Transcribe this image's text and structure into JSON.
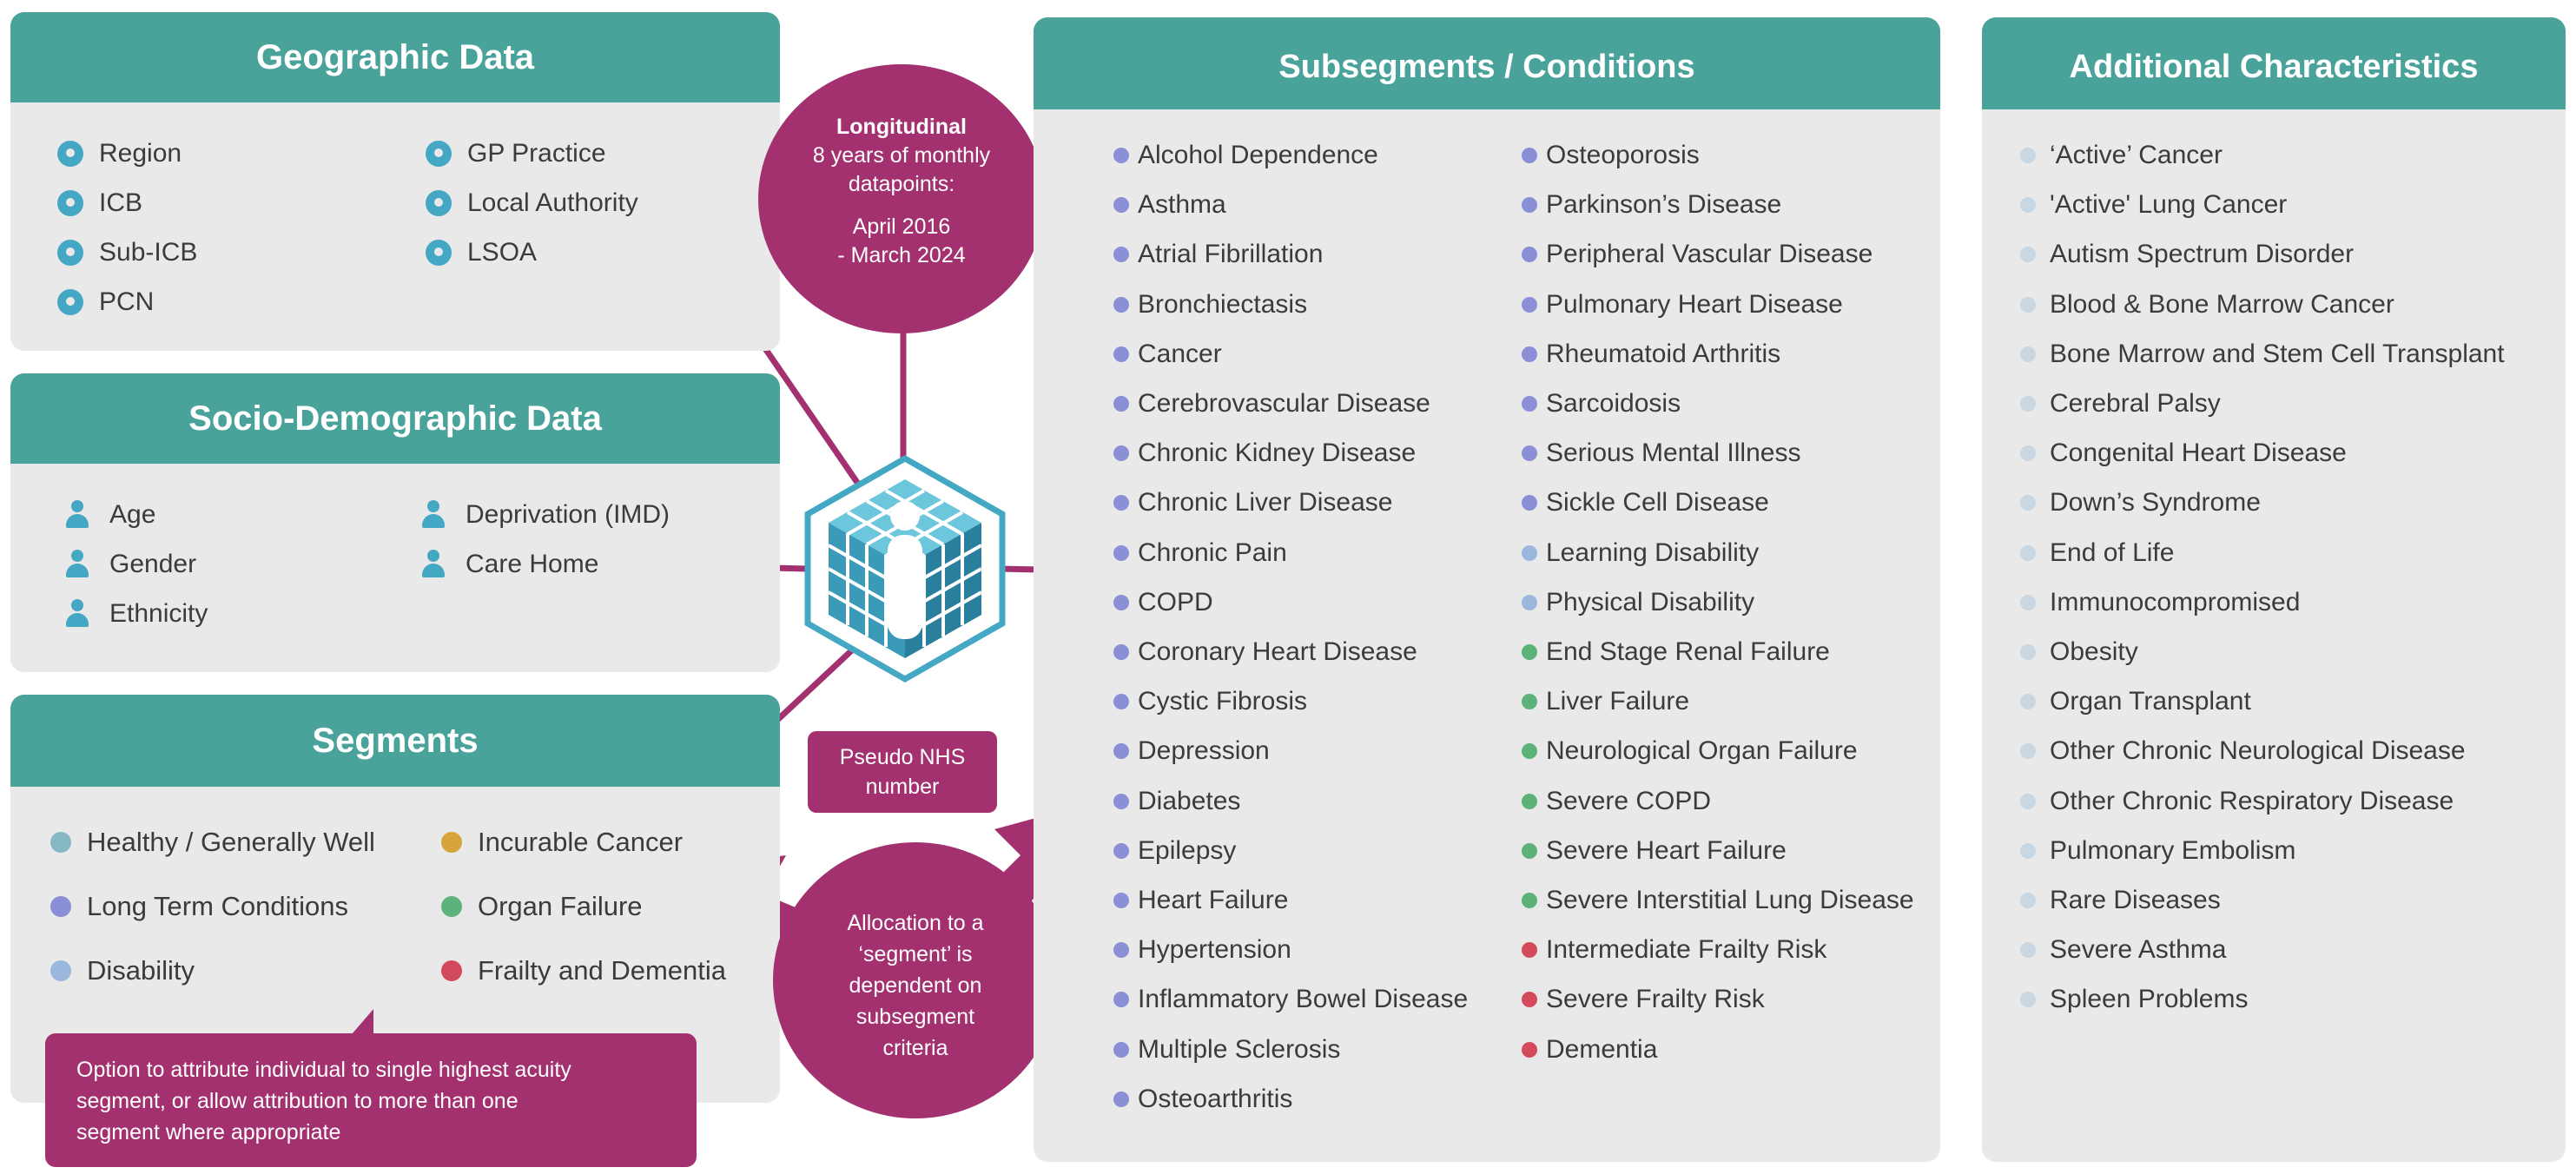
{
  "colors": {
    "teal_header": "#4aa39a",
    "panel_bg": "#e9e9ea",
    "magenta": "#a3306f",
    "icon_blue": "#44a8c4",
    "condition_purple": "#8a8fd6",
    "condition_lightblue": "#9bb7de",
    "condition_green": "#5db27a",
    "condition_red": "#d24a5c",
    "additional_dot": "#c9d7e3",
    "seg_healthy": "#86b8c4",
    "seg_incurable": "#d6a43a",
    "seg_ltc": "#8a8fd6",
    "seg_organ": "#5db27a",
    "seg_disability": "#9bb7de",
    "seg_frailty": "#d24a5c"
  },
  "geographic": {
    "title": "Geographic Data",
    "items": [
      "Region",
      "ICB",
      "Sub-ICB",
      "PCN",
      "GP Practice",
      "Local Authority",
      "LSOA"
    ],
    "icon": "location-pin-icon"
  },
  "socio": {
    "title": "Socio-Demographic Data",
    "items": [
      "Age",
      "Gender",
      "Ethnicity",
      "Deprivation (IMD)",
      "Care Home"
    ],
    "icon": "person-icon"
  },
  "segments": {
    "title": "Segments",
    "items": [
      "Healthy / Generally Well",
      "Long Term Conditions",
      "Disability",
      "Incurable Cancer",
      "Organ Failure",
      "Frailty and Dementia"
    ]
  },
  "longitudinal": {
    "title": "Longitudinal",
    "line1": "8 years of monthly",
    "line2": "datapoints:",
    "line3": "April 2016",
    "line4": "- March 2024"
  },
  "pseudo": {
    "line1": "Pseudo NHS",
    "line2": "number"
  },
  "allocation": {
    "line1": "Allocation to a",
    "line2": "‘segment’ is",
    "line3": "dependent on",
    "line4": "subsegment",
    "line5": "criteria"
  },
  "callout": {
    "line1": "Option to attribute individual to single highest acuity",
    "line2": "segment, or allow attribution to more than one",
    "line3": "segment where appropriate"
  },
  "conditions": {
    "title": "Subsegments / Conditions",
    "col1": [
      "Alcohol Dependence",
      "Asthma",
      "Atrial Fibrillation",
      "Bronchiectasis",
      "Cancer",
      "Cerebrovascular Disease",
      "Chronic Kidney Disease",
      "Chronic Liver Disease",
      "Chronic Pain",
      "COPD",
      "Coronary Heart Disease",
      "Cystic Fibrosis",
      "Depression",
      "Diabetes",
      "Epilepsy",
      "Heart Failure",
      "Hypertension",
      "Inflammatory Bowel Disease",
      "Multiple Sclerosis",
      "Osteoarthritis"
    ],
    "col2": [
      "Osteoporosis",
      "Parkinson’s Disease",
      "Peripheral Vascular Disease",
      "Pulmonary Heart Disease",
      "Rheumatoid Arthritis",
      "Sarcoidosis",
      "Serious Mental Illness",
      "Sickle Cell Disease",
      "Learning Disability",
      "Physical Disability",
      "End Stage Renal Failure",
      "Liver Failure",
      "Neurological Organ Failure",
      "Severe COPD",
      "Severe Heart Failure",
      "Severe Interstitial Lung Disease",
      "Intermediate Frailty Risk",
      "Severe Frailty Risk",
      "Dementia"
    ]
  },
  "additional": {
    "title": "Additional Characteristics",
    "items": [
      "‘Active’ Cancer",
      "'Active' Lung Cancer",
      "Autism Spectrum Disorder",
      "Blood & Bone Marrow Cancer",
      "Bone Marrow and Stem Cell Transplant",
      "Cerebral Palsy",
      "Congenital Heart Disease",
      "Down’s Syndrome",
      "End of Life",
      "Immunocompromised",
      "Obesity",
      "Organ Transplant",
      "Other Chronic Neurological Disease",
      "Other Chronic Respiratory Disease",
      "Pulmonary Embolism",
      "Rare Diseases",
      "Severe Asthma",
      "Spleen Problems"
    ]
  }
}
